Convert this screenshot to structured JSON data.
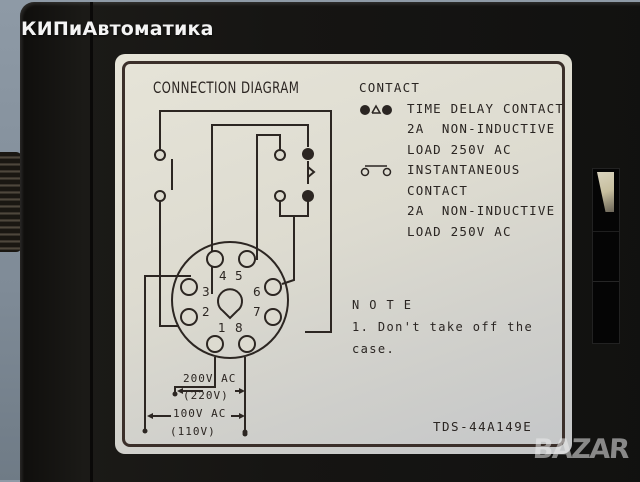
{
  "watermark_top": "КИПиАвтоматика",
  "watermark_bottom": "BAZAR",
  "label": {
    "title": "CONNECTION DIAGRAM",
    "legend": {
      "heading": "CONTACT",
      "time_delay": {
        "icon": "time-delay-contact-symbol",
        "lines": [
          "TIME DELAY CONTACT",
          "2A  NON-INDUCTIVE",
          "LOAD 250V AC"
        ]
      },
      "instantaneous": {
        "icon": "instantaneous-contact-symbol",
        "lines": [
          "INSTANTANEOUS",
          "CONTACT",
          "2A  NON-INDUCTIVE",
          "LOAD 250V AC"
        ]
      }
    },
    "note": {
      "heading": "N O T E",
      "items": [
        "1. Don't take off the case."
      ]
    },
    "model": "TDS-44A149E",
    "socket": {
      "pins": [
        "1",
        "2",
        "3",
        "4",
        "5",
        "6",
        "7",
        "8"
      ],
      "supply_200": "200V AC",
      "supply_200_alt": "(220V)",
      "supply_100": "100V AC",
      "supply_100_alt": "(110V)"
    }
  },
  "colors": {
    "label_bg": "#dddbd0",
    "label_border": "#3b2f2a",
    "ink": "#2a2522",
    "case": "#151412",
    "background": "#8e9aa6"
  }
}
